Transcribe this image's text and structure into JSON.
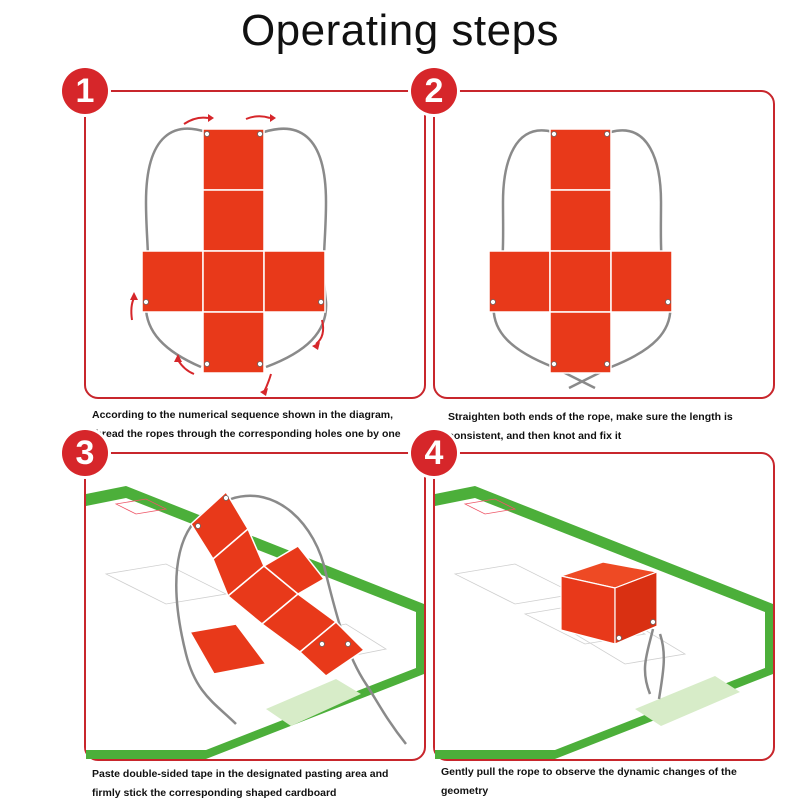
{
  "title": "Operating steps",
  "steps": [
    {
      "number": "1",
      "caption_line1": "According to the numerical sequence shown in the diagram,",
      "caption_line2": "thread the ropes through the corresponding holes one by one"
    },
    {
      "number": "2",
      "caption_line1": "Straighten both ends of the rope, make sure the length is",
      "caption_line2": "consistent, and then knot and fix it"
    },
    {
      "number": "3",
      "caption_line1": "Paste double-sided tape in the designated pasting area and",
      "caption_line2": "firmly stick the corresponding shaped cardboard"
    },
    {
      "number": "4",
      "caption_line1": "Gently pull the rope to observe the dynamic changes of the",
      "caption_line2": "geometry"
    }
  ],
  "colors": {
    "accent": "#d6262a",
    "cardboard": "#e8391a",
    "rope": "#8a8a8a",
    "board_green": "#4caf3a"
  }
}
